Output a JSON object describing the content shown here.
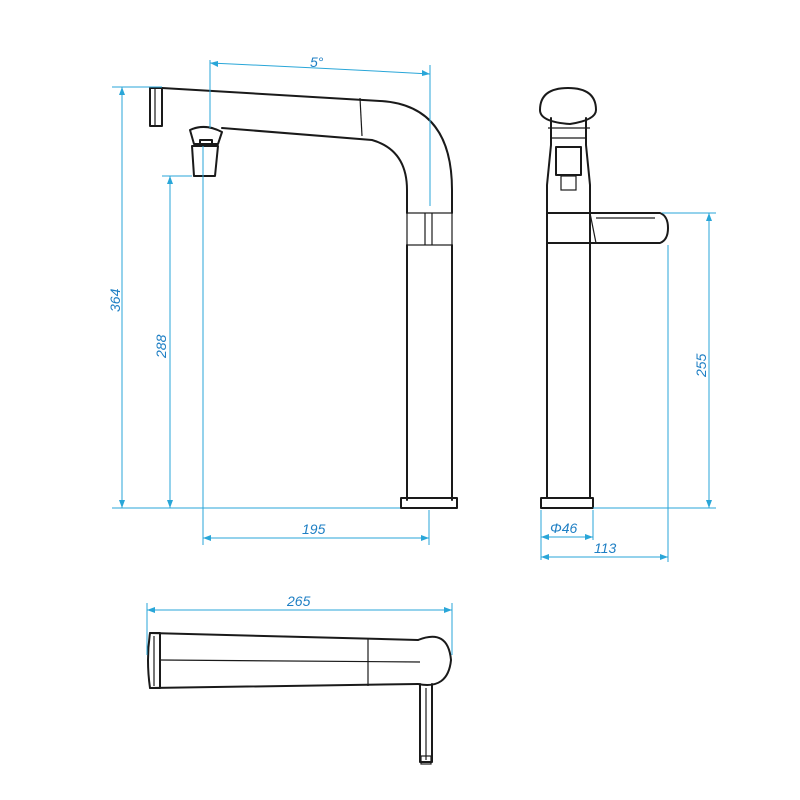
{
  "dimensions": {
    "spout_angle": "5°",
    "total_height": "364",
    "outlet_height": "288",
    "spout_reach": "195",
    "base_diameter": "Φ46",
    "side_depth": "113",
    "lever_height": "255",
    "top_length": "265"
  },
  "colors": {
    "dimension_lines": "#29a6d8",
    "dimension_text": "#1e7fc4",
    "outline": "#1a1a1a"
  }
}
